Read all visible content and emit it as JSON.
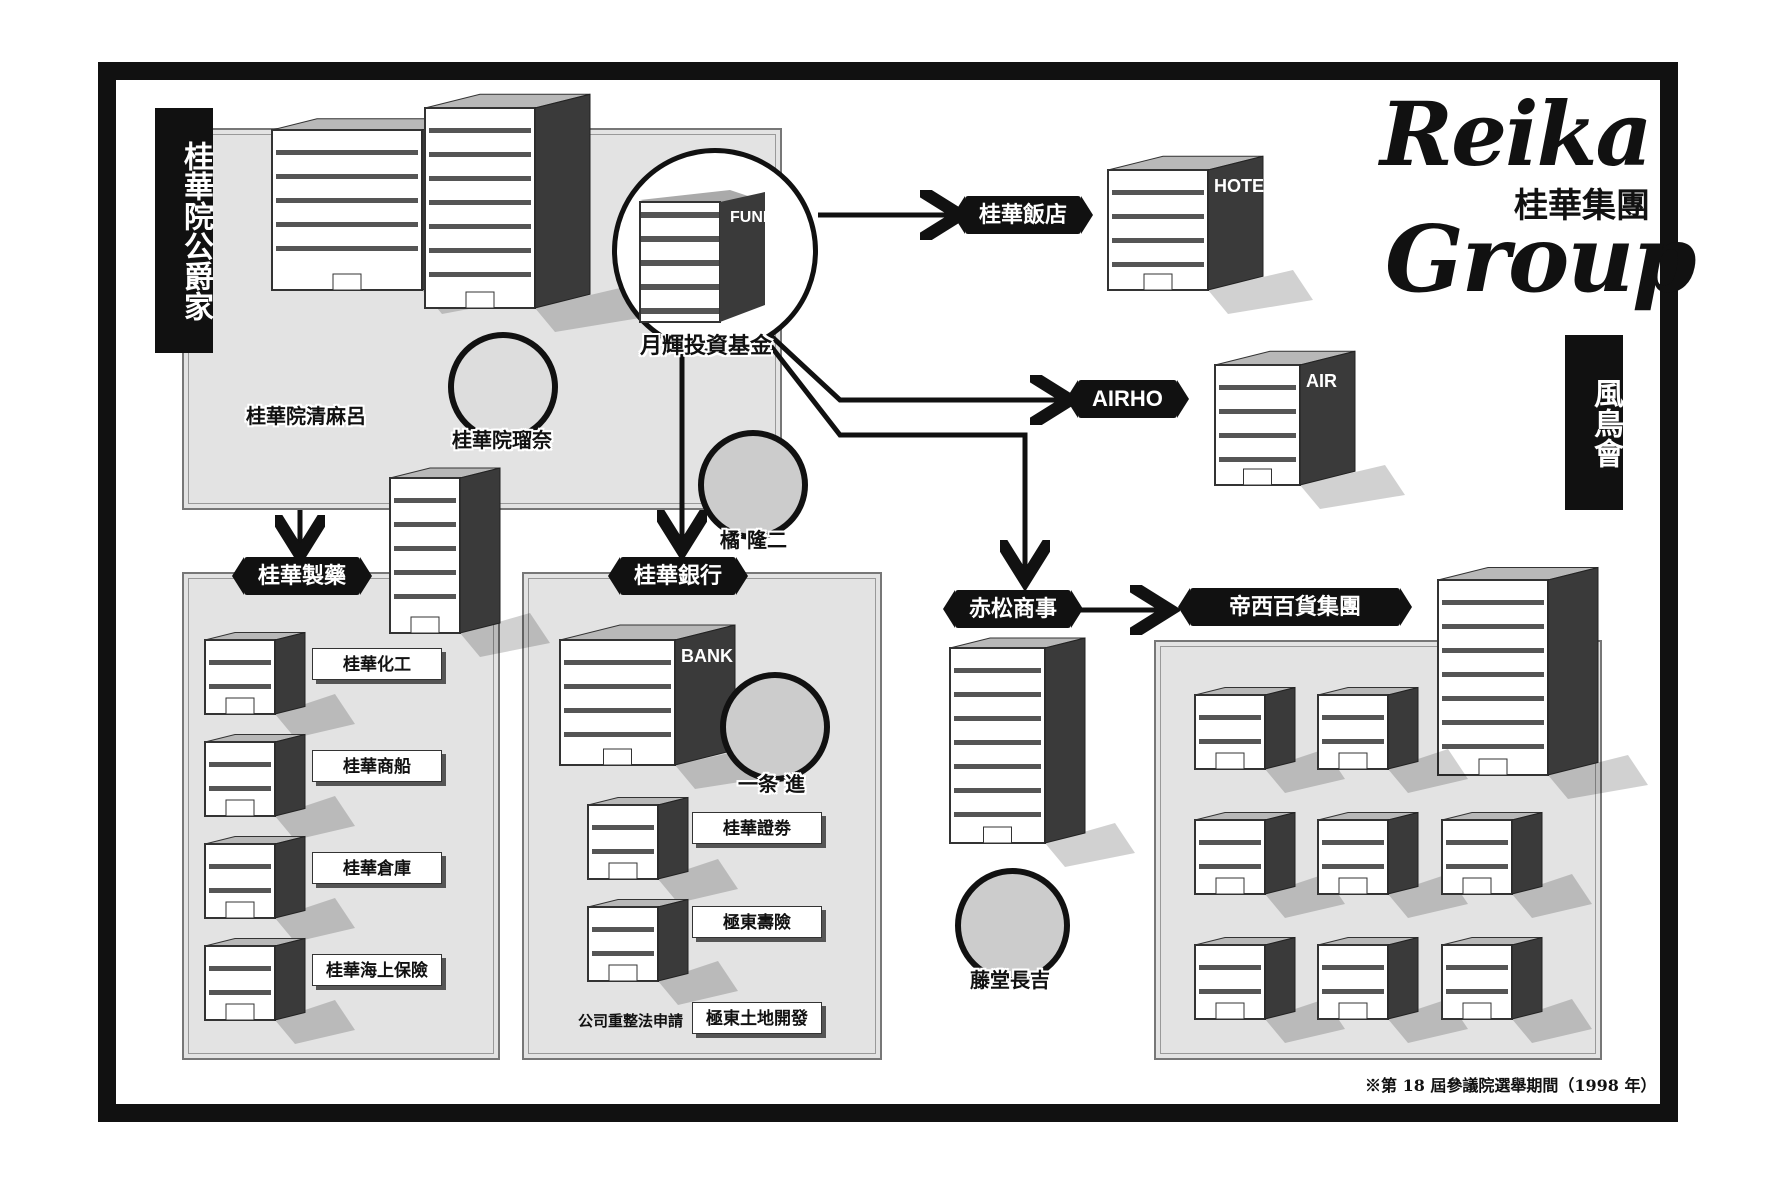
{
  "logo": {
    "line1": "Reika",
    "line2": "Group",
    "kanji": "桂華集團"
  },
  "side_labels": {
    "left": "桂華院公爵家",
    "right": "風鳥會"
  },
  "fund": {
    "sign": "FUND",
    "label": "月輝投資基金"
  },
  "hotel": {
    "sign": "HOTEL",
    "label": "桂華飯店"
  },
  "air": {
    "sign": "AIR",
    "label": "AIRHO"
  },
  "bank": {
    "sign": "BANK"
  },
  "persons": {
    "kiyomaro": "桂華院清麻呂",
    "ruina": "桂華院瑠奈",
    "tachibana": "橘 隆二",
    "ichijo": "一条 進",
    "todo": "藤堂長吉"
  },
  "groups": {
    "pharma": {
      "label": "桂華製藥",
      "subs": [
        "桂華化工",
        "桂華商船",
        "桂華倉庫",
        "桂華海上保險"
      ]
    },
    "bank": {
      "label": "桂華銀行",
      "subs": [
        "桂華證劵",
        "極東壽險",
        "極東土地開發"
      ],
      "note": "公司重整法申請"
    },
    "akamatsu": {
      "label": "赤松商事"
    },
    "teisai": {
      "label": "帝西百貨集團"
    }
  },
  "footnote": "※第 18 屆參議院選舉期間（1998 年）"
}
